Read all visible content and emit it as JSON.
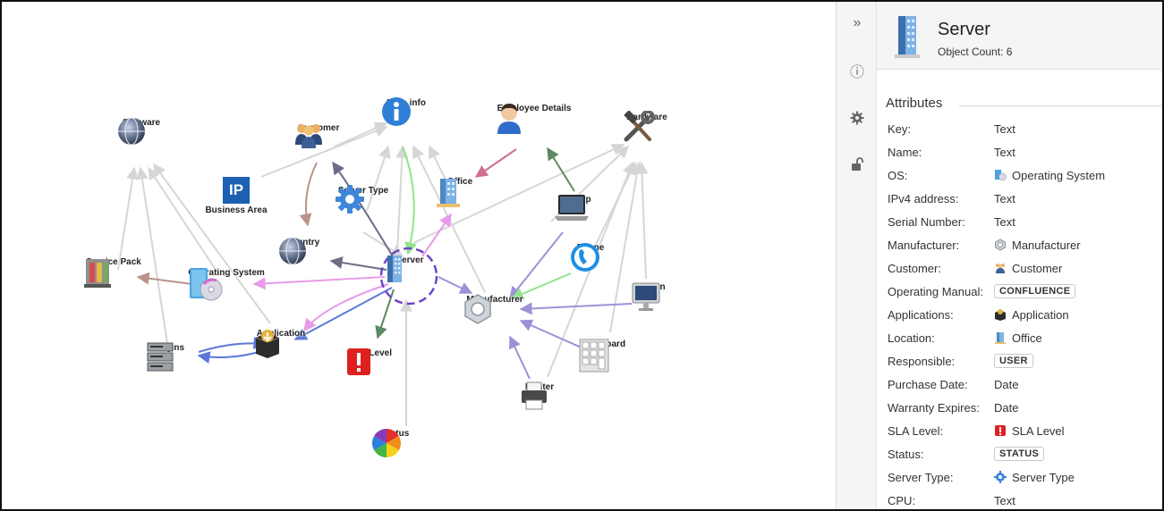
{
  "graph": {
    "nodes": {
      "software": "Software",
      "meta_info": "Meta info",
      "employee_details": "Employee Details",
      "hardware": "Hardware",
      "customer": "Customer",
      "business_area": "Business Area",
      "server_type": "Server Type",
      "office": "Office",
      "laptop": "Laptop",
      "country": "Country",
      "service_pack": "Service Pack",
      "operating_system": "Operating System",
      "server": "Server",
      "phone": "Phone",
      "manufacturer": "Manufacturer",
      "screen": "Screen",
      "plugins": "Plugins",
      "application": "Application",
      "sla_level": "SLA Level",
      "keyboard": "Keyboard",
      "printer": "Printer",
      "status": "Status"
    },
    "business_area_icon_text": "IP"
  },
  "rail": {
    "collapse_icon": "double-chevron-right-icon",
    "collapse_glyph": "»",
    "info_icon": "info-icon",
    "info_glyph": "ⓘ",
    "settings_icon": "gear-icon",
    "lock_icon": "unlock-icon"
  },
  "panel": {
    "title": "Server",
    "object_count": "Object Count: 6",
    "attributes_heading": "Attributes",
    "attributes": [
      {
        "key": "Key:",
        "value": "Text",
        "kind": "text"
      },
      {
        "key": "Name:",
        "value": "Text",
        "kind": "text"
      },
      {
        "key": "OS:",
        "value": "Operating System",
        "kind": "ref",
        "icon": "operating-system-icon"
      },
      {
        "key": "IPv4 address:",
        "value": "Text",
        "kind": "text"
      },
      {
        "key": "Serial Number:",
        "value": "Text",
        "kind": "text"
      },
      {
        "key": "Manufacturer:",
        "value": "Manufacturer",
        "kind": "ref",
        "icon": "manufacturer-icon"
      },
      {
        "key": "Customer:",
        "value": "Customer",
        "kind": "ref",
        "icon": "customer-icon"
      },
      {
        "key": "Operating Manual:",
        "value": "CONFLUENCE",
        "kind": "tag"
      },
      {
        "key": "Applications:",
        "value": "Application",
        "kind": "ref",
        "icon": "application-icon"
      },
      {
        "key": "Location:",
        "value": "Office",
        "kind": "ref",
        "icon": "office-icon"
      },
      {
        "key": "Responsible:",
        "value": "USER",
        "kind": "tag"
      },
      {
        "key": "Purchase Date:",
        "value": "Date",
        "kind": "text"
      },
      {
        "key": "Warranty Expires:",
        "value": "Date",
        "kind": "text"
      },
      {
        "key": "SLA Level:",
        "value": "SLA Level",
        "kind": "ref",
        "icon": "sla-level-icon"
      },
      {
        "key": "Status:",
        "value": "STATUS",
        "kind": "tag"
      },
      {
        "key": "Server Type:",
        "value": "Server Type",
        "kind": "ref",
        "icon": "server-type-icon"
      },
      {
        "key": "CPU:",
        "value": "Text",
        "kind": "text"
      }
    ]
  },
  "colors": {
    "edge_gray": "#d6d6d6",
    "edge_green": "#8fe58b",
    "edge_dark_green": "#5d8a62",
    "edge_pink": "#e89be9",
    "edge_purple": "#9b92d8",
    "edge_blue": "#5b78d8",
    "edge_brown": "#b9938a",
    "edge_slate": "#6f6a86",
    "edge_rose": "#cf6f8c",
    "selection_ring": "#6b45c8",
    "info_blue": "#2f7fd6"
  }
}
